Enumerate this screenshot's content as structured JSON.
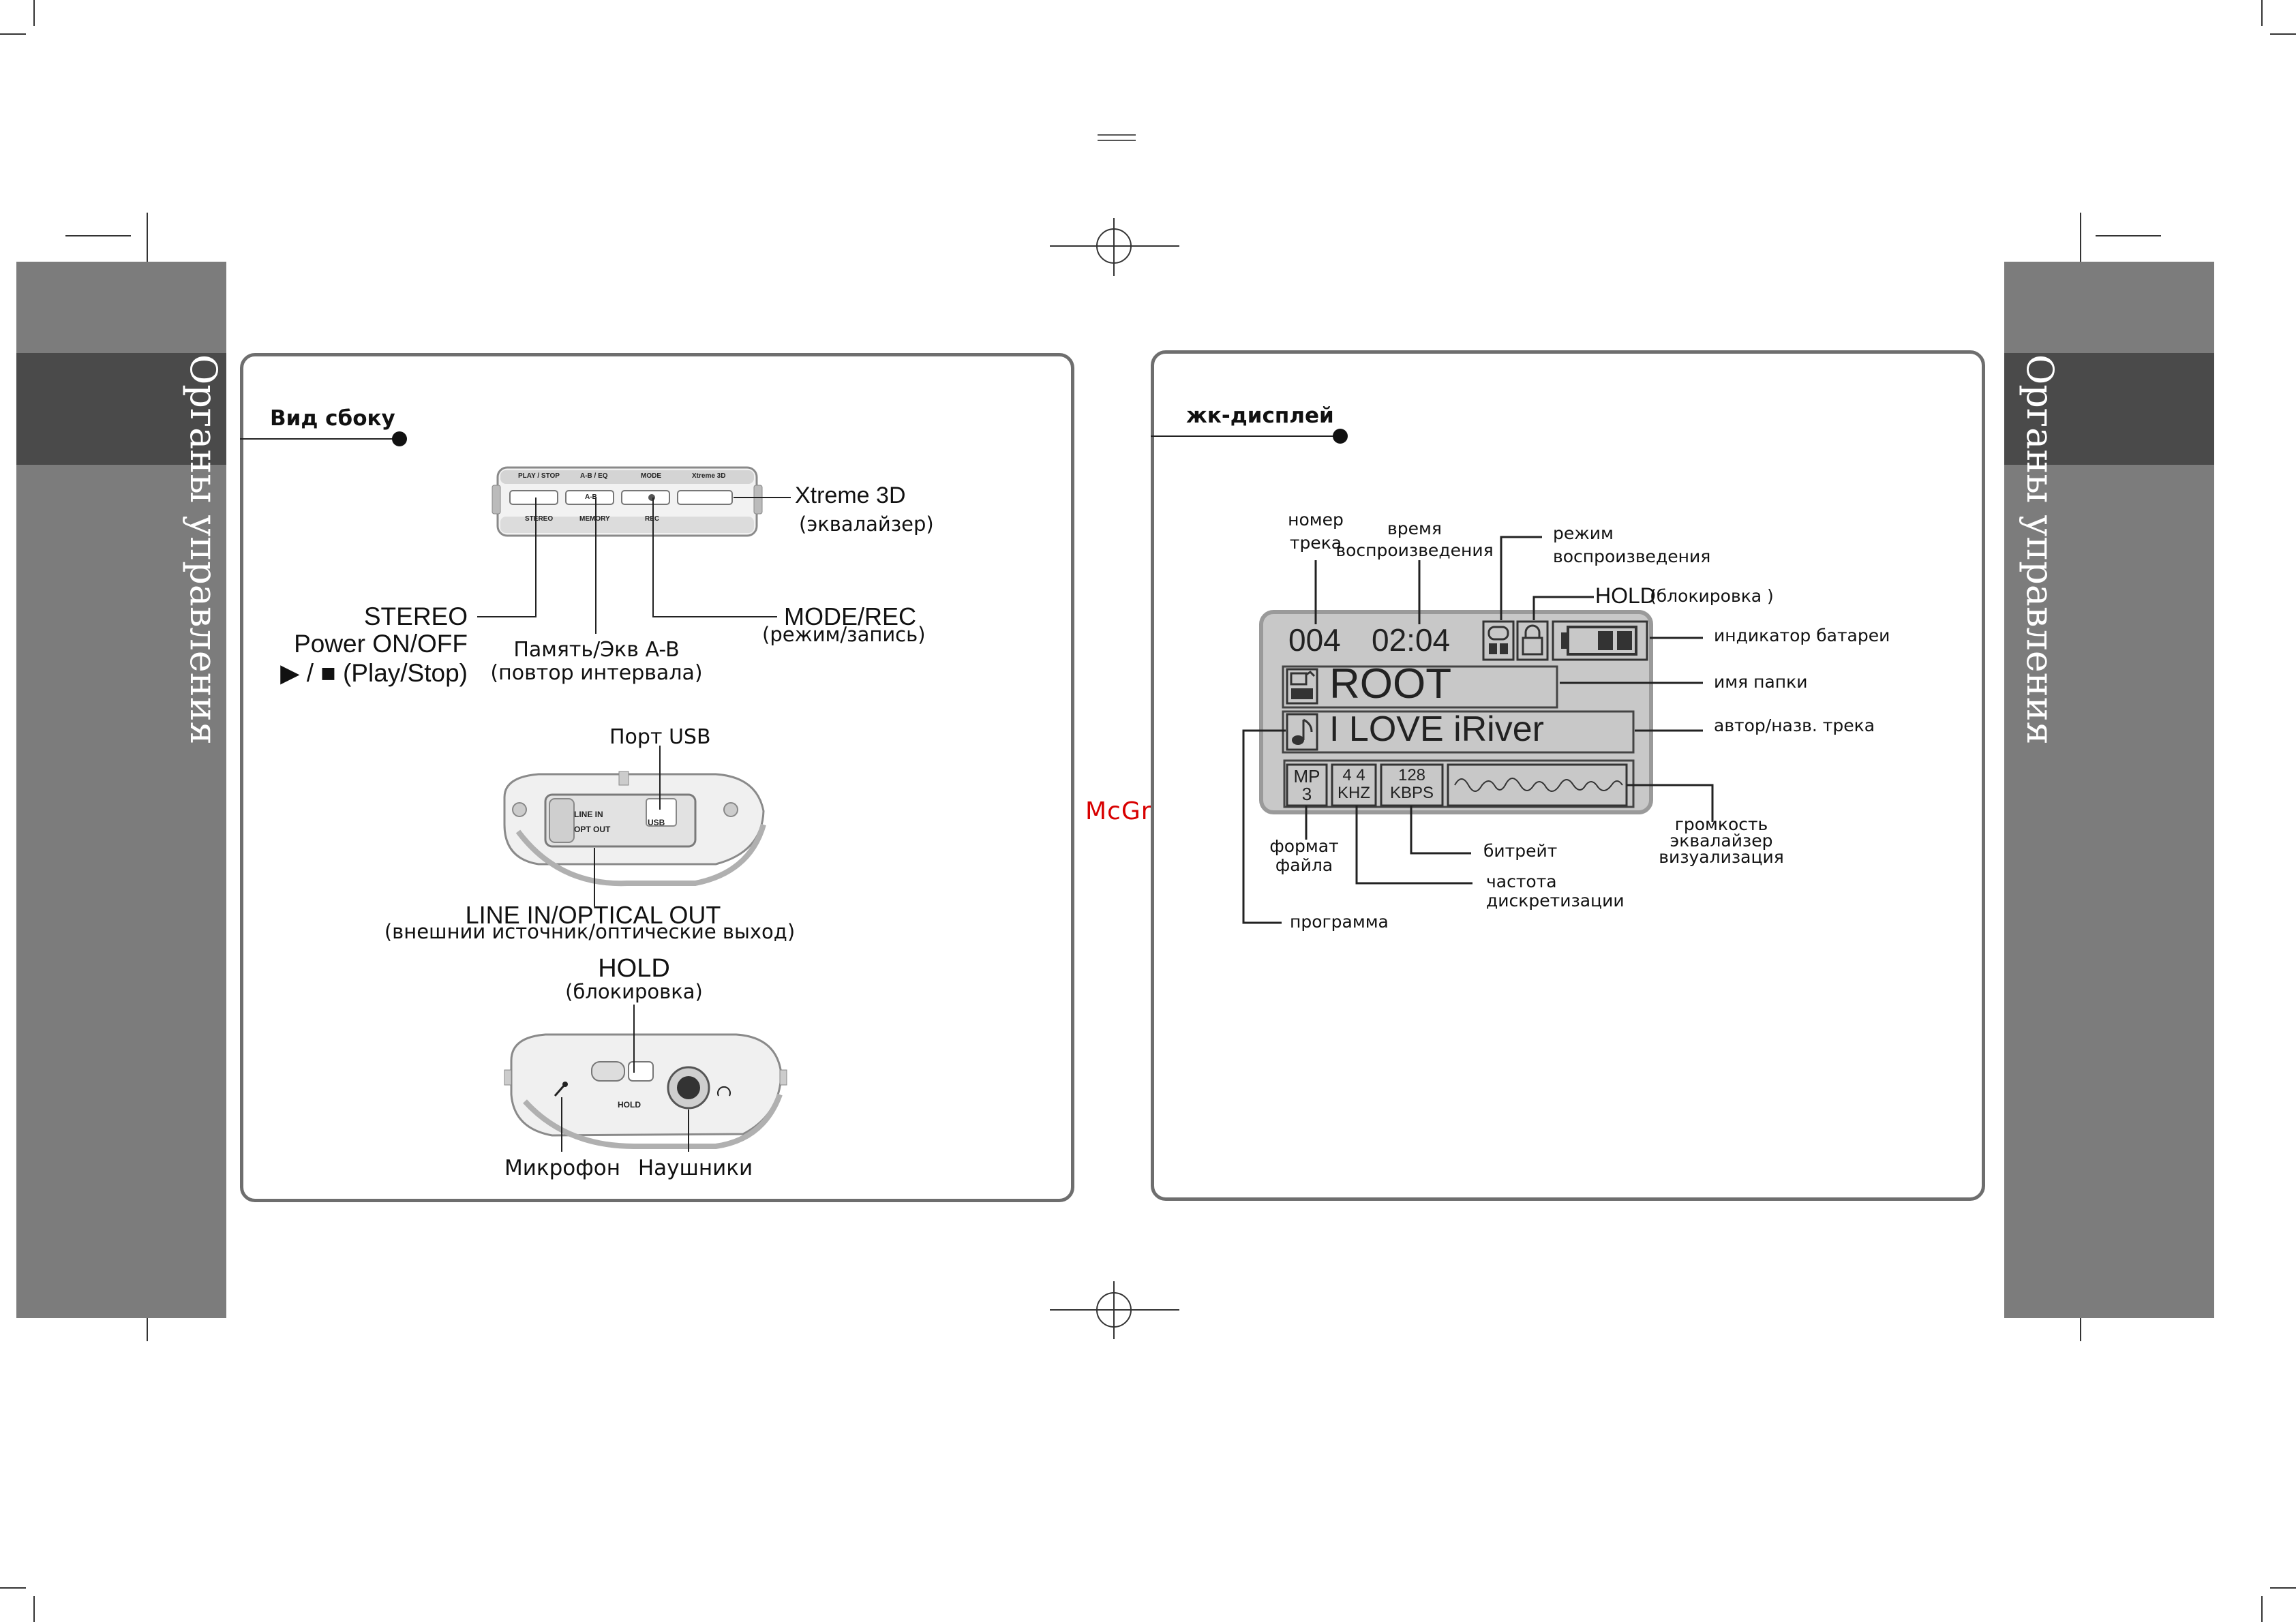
{
  "left_page": {
    "side_title": "Органы управления",
    "section_title": "Вид сбоку",
    "device_top_labels": [
      "PLAY / STOP",
      "A-B / EQ",
      "MODE",
      "Xtreme 3D"
    ],
    "device_bottom_labels": [
      "STEREO",
      "MEMORY",
      "REC"
    ],
    "device_buttons": [
      "A-B"
    ],
    "callouts": {
      "xtreme_title": "Xtreme 3D",
      "xtreme_sub": "(эквалайзер)",
      "stereo": "STEREO",
      "power": "Power ON/OFF",
      "playstop": "▶ / ■ (Play/Stop)",
      "memory_title": "Память/Экв A-B",
      "memory_sub": "(повтор интервала)",
      "mode_title": "MODE/REC",
      "mode_sub": "(режим/запись)",
      "usb_title": "Порт USB",
      "port_label_linein": "LINE IN",
      "port_label_optout": "OPT OUT",
      "port_label_usb": "USB",
      "linein_title": "LINE IN/OPTICAL OUT",
      "linein_sub": "(внешнии источник/оптические выход)",
      "hold_title": "HOLD",
      "hold_sub": "(блокировка)",
      "hold_switch_label": "HOLD",
      "mic": "Микрофон",
      "headphones": "Наушники"
    }
  },
  "right_page": {
    "side_title": "Органы управления",
    "section_title": "жк-дисплей",
    "lcd": {
      "track": "004",
      "time": "02:04",
      "folder": "ROOT",
      "song": "I LOVE iRiver",
      "format_top": "MP",
      "format_bottom": "3",
      "freq_top": "4 4",
      "freq_bottom": "KHZ",
      "bitrate_top": "128",
      "bitrate_bottom": "KBPS"
    },
    "callouts": {
      "track_no": "номер\nтрека",
      "play_time": "время\nвоспроизведения",
      "play_mode": "режим\nвоспроизведения",
      "hold_title": "HOLD",
      "hold_sub": "(блокировка )",
      "battery": "индикатор батареи",
      "folder_name": "имя папки",
      "artist_title": "автор/назв. трека",
      "file_format": "формат\nфайла",
      "bitrate": "битрейт",
      "sample_rate": "частота\nдискретизации",
      "program": "программа",
      "volume_eq": "громкость\nэквалайзер\nвизуализация"
    }
  },
  "watermark": "McGrp.Ru",
  "colors": {
    "side_strip": "#7c7c7c",
    "side_band": "#4a4a4a",
    "panel_border": "#6e6e6e",
    "lcd_bg": "#c8c8c8",
    "watermark": "#d80000"
  }
}
